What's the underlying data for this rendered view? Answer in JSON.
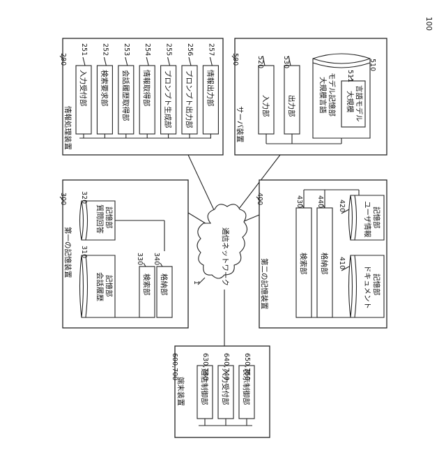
{
  "figure_number": "100",
  "network": {
    "label": "通信ネットワーク",
    "ref": "1"
  },
  "info_processing": {
    "ref": "200",
    "title": "情報処理装置",
    "units": [
      {
        "ref": "251",
        "label": "入力受付部"
      },
      {
        "ref": "252",
        "label": "検索要求部"
      },
      {
        "ref": "253",
        "label": "会話履歴取得部"
      },
      {
        "ref": "254",
        "label": "情報取得部"
      },
      {
        "ref": "255",
        "label": "プロンプト生成部"
      },
      {
        "ref": "256",
        "label": "プロンプト出力部"
      },
      {
        "ref": "257",
        "label": "情報出力部"
      }
    ]
  },
  "server": {
    "ref": "500",
    "title": "サーバ装置",
    "input": {
      "ref": "520",
      "label": "入力部"
    },
    "output": {
      "ref": "530",
      "label": "出力部"
    },
    "storage": {
      "ref": "510",
      "label_line1": "大規模言語",
      "label_line2": "モデル記憶部"
    },
    "model": {
      "ref": "511",
      "label_line1": "大規模",
      "label_line2": "言語モデル"
    }
  },
  "storage1": {
    "ref": "300",
    "title": "第一の記憶装置",
    "history": {
      "ref": "310",
      "label_line1": "会話履歴",
      "label_line2": "記憶部"
    },
    "qa": {
      "ref": "320",
      "label_line1": "質問回答",
      "label_line2": "記憶部"
    },
    "search": {
      "ref": "330",
      "label": "検索部"
    },
    "store": {
      "ref": "340",
      "label": "格納部"
    }
  },
  "storage2": {
    "ref": "400",
    "title": "第二の記憶装置",
    "search": {
      "ref": "430",
      "label": "検索部"
    },
    "store": {
      "ref": "440",
      "label": "格納部"
    },
    "user_info": {
      "ref": "420",
      "label_line1": "ユーザ情報",
      "label_line2": "記憶部"
    },
    "document": {
      "ref": "410",
      "label_line1": "ドキュメント",
      "label_line2": "記憶部"
    }
  },
  "terminal": {
    "ref": "600,700",
    "title": "端末装置",
    "units": [
      {
        "ref": "630,730",
        "label": "通信制御部"
      },
      {
        "ref": "640,740",
        "label": "入力受付部"
      },
      {
        "ref": "650,750",
        "label": "表示制御部"
      }
    ]
  }
}
